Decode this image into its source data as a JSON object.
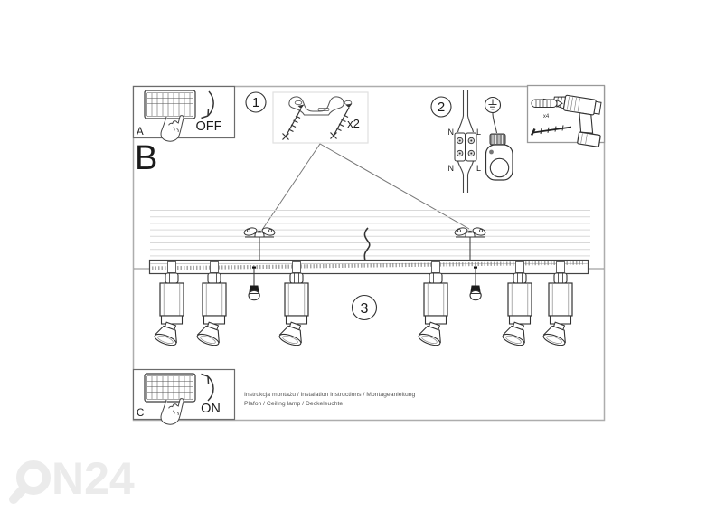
{
  "watermark": {
    "text": "N24",
    "icon": "magnifier-o-icon",
    "color": "#ebebeb"
  },
  "section_label": "B",
  "steps": {
    "one": "1",
    "two": "2",
    "three": "3"
  },
  "switch_off_panel": {
    "label": "A",
    "state": "OFF"
  },
  "switch_on_panel": {
    "label": "C",
    "state": "ON"
  },
  "bracket_kit": {
    "quantity": "x2"
  },
  "hardware_kit": {
    "quantity": "x4"
  },
  "wiring": {
    "n_top": "N",
    "l_top": "L",
    "n_bottom": "N",
    "l_bottom": "L"
  },
  "footer": {
    "line1": "Instrukcja montażu / instalation instructions / Montageanleitung",
    "line2": "Plafon / Ceiling lamp / Deckeleuchte"
  }
}
